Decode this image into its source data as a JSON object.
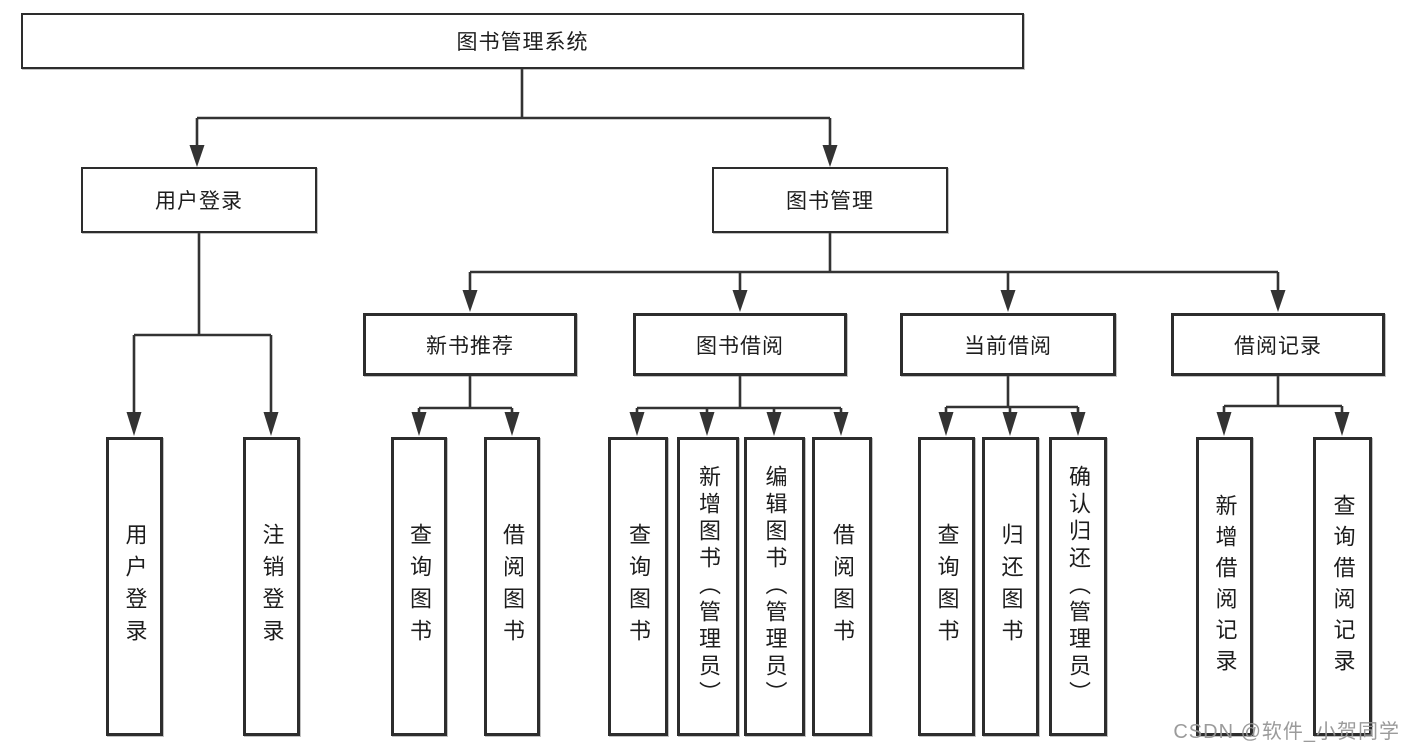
{
  "diagram": {
    "root": {
      "label": "图书管理系统"
    },
    "level2": [
      {
        "label": "用户登录"
      },
      {
        "label": "图书管理"
      }
    ],
    "level3": [
      {
        "label": "新书推荐"
      },
      {
        "label": "图书借阅"
      },
      {
        "label": "当前借阅"
      },
      {
        "label": "借阅记录"
      }
    ],
    "leaves": {
      "login": [
        {
          "label": "用户登录"
        },
        {
          "label": "注销登录"
        }
      ],
      "recommend": [
        {
          "label": "查询图书"
        },
        {
          "label": "借阅图书"
        }
      ],
      "borrow": [
        {
          "label": "查询图书"
        },
        {
          "label": "新增图书（管理员）"
        },
        {
          "label": "编辑图书（管理员）"
        },
        {
          "label": "借阅图书"
        }
      ],
      "current": [
        {
          "label": "查询图书"
        },
        {
          "label": "归还图书"
        },
        {
          "label": "确认归还（管理员）"
        }
      ],
      "records": [
        {
          "label": "新增借阅记录"
        },
        {
          "label": "查询借阅记录"
        }
      ]
    },
    "watermark": "CSDN @软件_小贺同学",
    "colors": {
      "line": "#333333",
      "box_border": "#2d2d2d",
      "text": "#1d1d1d",
      "watermark": "#969696",
      "background": "#ffffff"
    }
  }
}
